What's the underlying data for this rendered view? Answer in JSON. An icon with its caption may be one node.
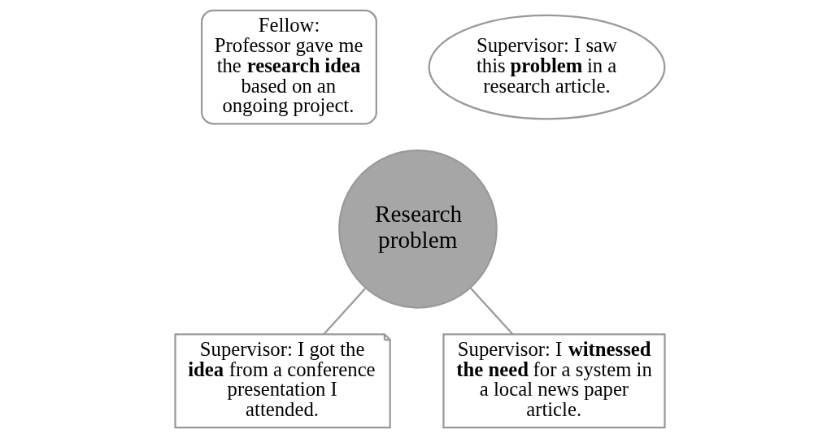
{
  "diagram": {
    "nodes": [
      {
        "text": [
          "Research problem"
        ]
      },
      {
        "text": [
          "Fellow:",
          "Professor gave me the **research idea** based on an ongoing project."
        ]
      },
      {
        "text": [
          "Supervisor: I saw this **problem** in a research article."
        ]
      },
      {
        "text": [
          "Supervisor: I got the **idea** from a conference presentation I attended."
        ]
      },
      {
        "text": [
          "Supervisor: I **witnessed the need** for a system in a local news paper article."
        ]
      }
    ],
    "edges": [
      {
        "from": 3,
        "to": 0,
        "arrow": "none"
      },
      {
        "from": 4,
        "to": 0,
        "arrow": "none"
      }
    ]
  }
}
